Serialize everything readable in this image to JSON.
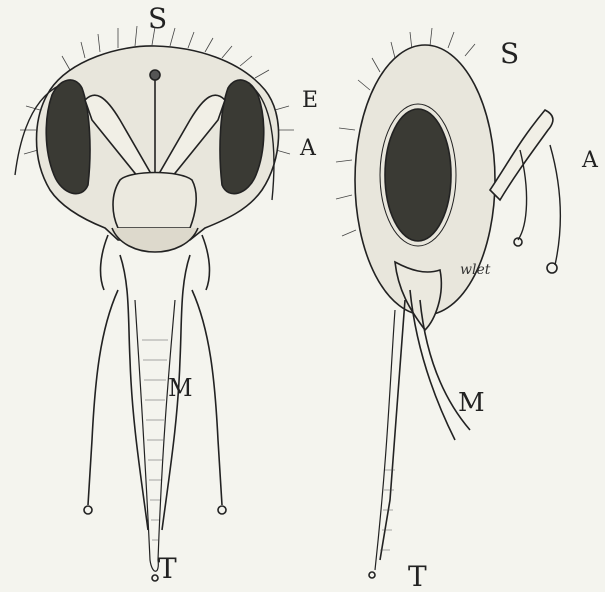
{
  "figure": {
    "front_view": {
      "labels": {
        "s": "S",
        "e": "E",
        "a": "A",
        "m": "M",
        "t": "T"
      }
    },
    "side_view": {
      "labels": {
        "s": "S",
        "a": "A",
        "m": "M",
        "t": "T"
      }
    },
    "signature": "wlet"
  }
}
